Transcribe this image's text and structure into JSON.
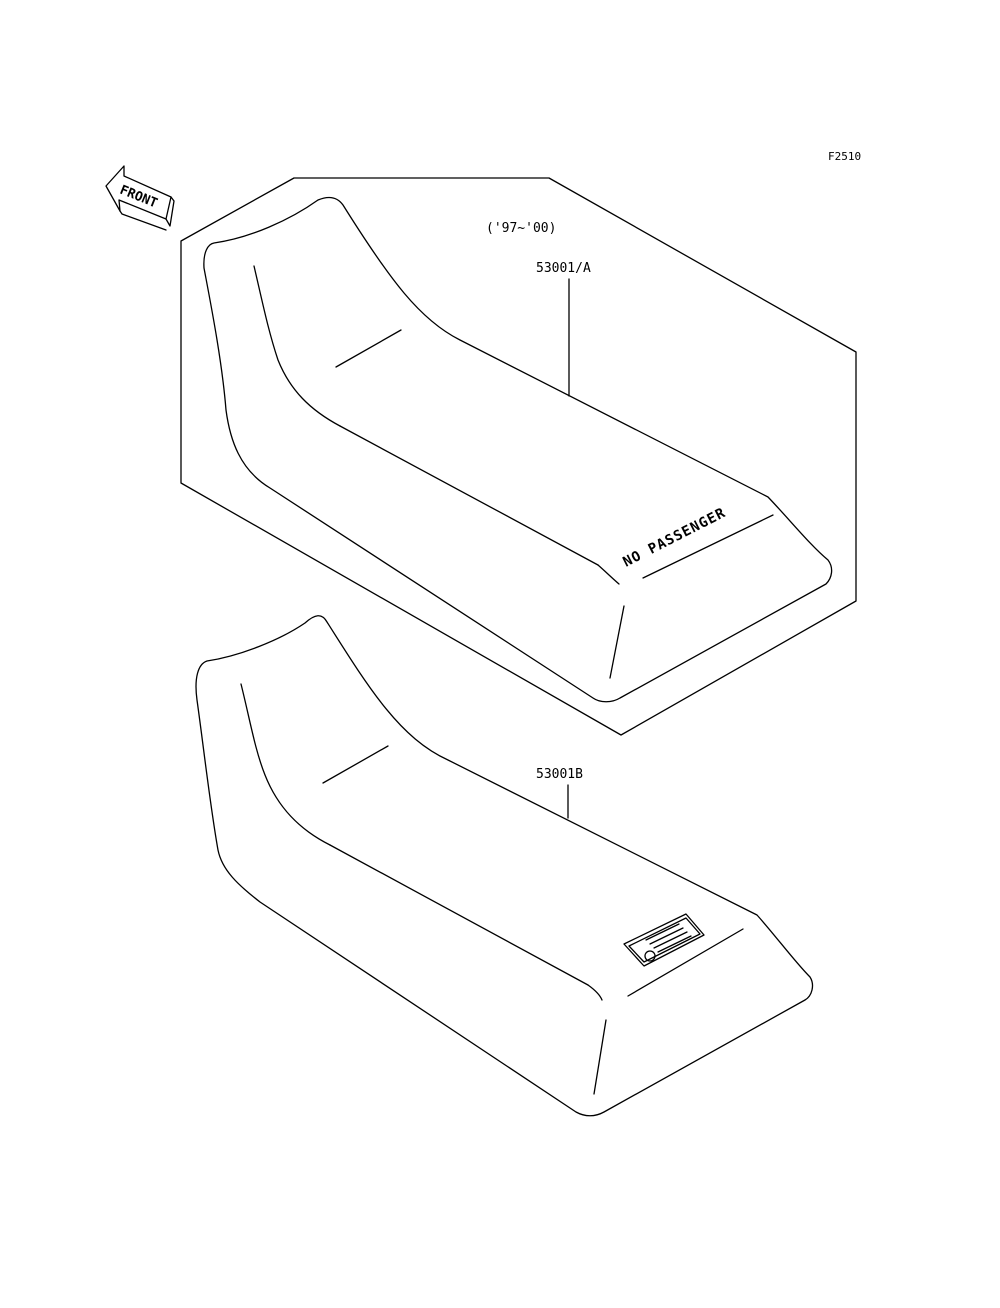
{
  "figure_code": "F2510",
  "front_arrow_label": "FRONT",
  "year_range_label": "('97~'00)",
  "parts": [
    {
      "part_number": "53001/A",
      "decal_text": "NO PASSENGER"
    },
    {
      "part_number": "53001B"
    }
  ]
}
